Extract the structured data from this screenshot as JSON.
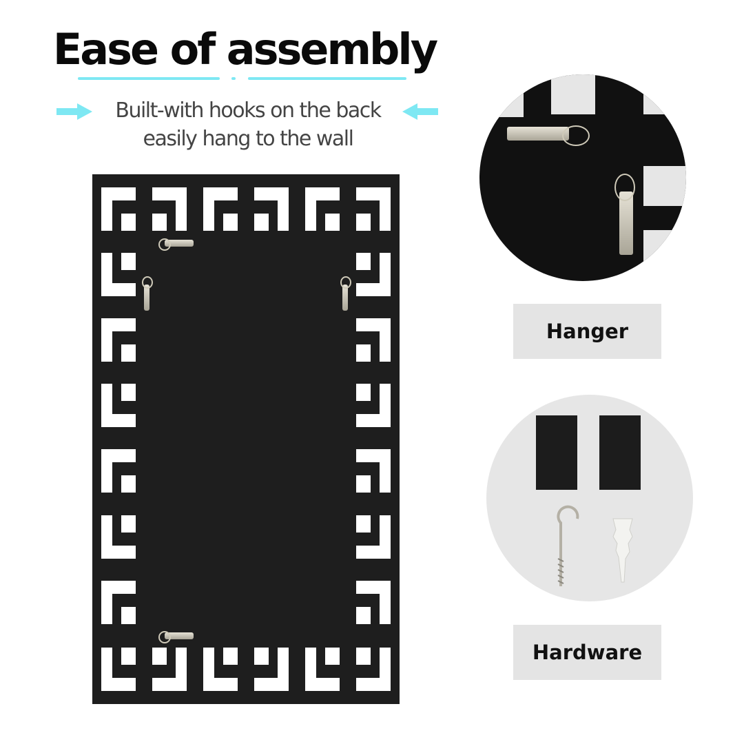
{
  "header": {
    "title": "Ease of assembly",
    "subtitle_line1": "Built-with hooks on the back",
    "subtitle_line2": "easily hang to the wall",
    "accent_color": "#7ee8f3"
  },
  "product": {
    "name": "Back of decorative mirror panel",
    "color": "#1e1e1e",
    "hangers": [
      "top-left-horizontal",
      "left-vertical",
      "right-vertical",
      "bottom-left-horizontal"
    ]
  },
  "callouts": [
    {
      "label": "Hanger",
      "image": "hanger-closeup"
    },
    {
      "label": "Hardware",
      "image": "hardware-kit",
      "items": [
        "felt-pad",
        "felt-pad",
        "screw-hook",
        "wall-anchor"
      ]
    }
  ]
}
